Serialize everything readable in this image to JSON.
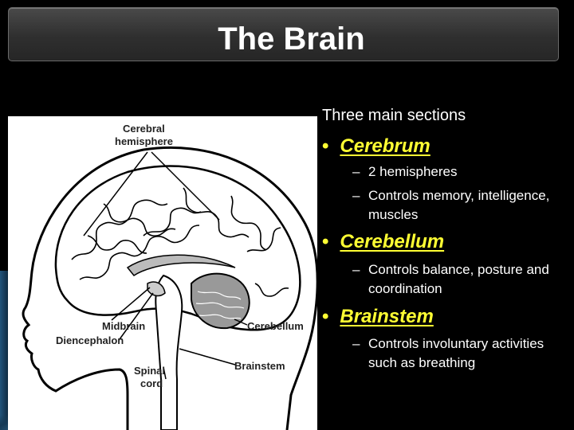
{
  "slide": {
    "title": "The Brain",
    "heading": "Three main sections",
    "sections": [
      {
        "label": "Cerebrum",
        "points": [
          "2 hemispheres",
          "Controls memory, intelligence, muscles"
        ]
      },
      {
        "label": "Cerebellum",
        "points": [
          "Controls balance, posture and coordination"
        ]
      },
      {
        "label": "Brainstem",
        "points": [
          "Controls involuntary activities such as breathing"
        ]
      }
    ],
    "bullet_symbol": "•",
    "sub_symbol": "–"
  },
  "figure": {
    "labels": {
      "cerebral_line1": "Cerebral",
      "cerebral_line2": "hemisphere",
      "midbrain": "Midbrain",
      "diencephalon": "Diencephalon",
      "spinal_line1": "Spinal",
      "spinal_line2": "cord",
      "cerebellum": "Cerebellum",
      "brainstem": "Brainstem"
    }
  },
  "colors": {
    "background": "#000000",
    "bullet": "#ffff33",
    "text": "#ffffff"
  }
}
